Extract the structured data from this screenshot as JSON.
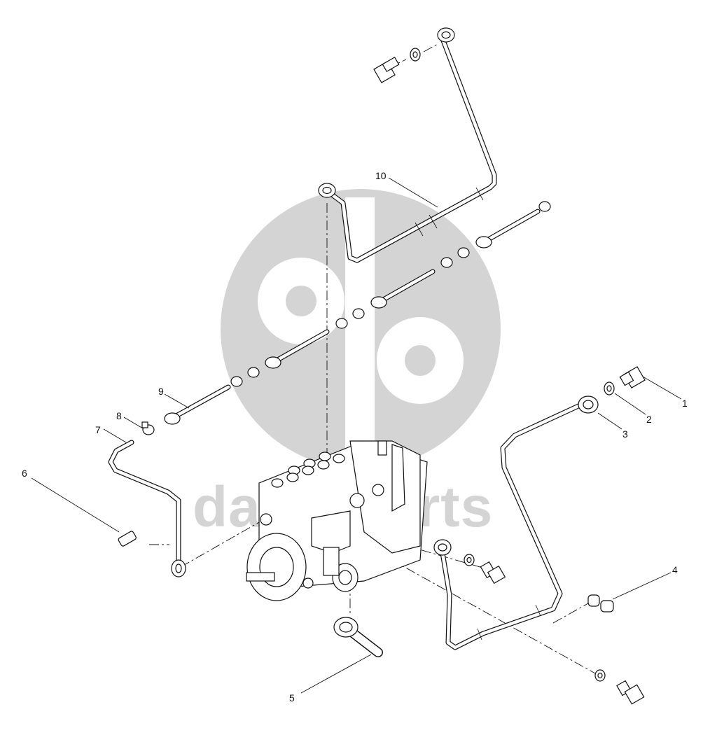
{
  "diagram": {
    "watermark": {
      "text": "datadparts"
    },
    "callouts": [
      {
        "number": "1"
      },
      {
        "number": "2"
      },
      {
        "number": "3"
      },
      {
        "number": "4"
      },
      {
        "number": "5"
      },
      {
        "number": "6"
      },
      {
        "number": "7"
      },
      {
        "number": "8"
      },
      {
        "number": "9"
      },
      {
        "number": "10"
      }
    ]
  }
}
